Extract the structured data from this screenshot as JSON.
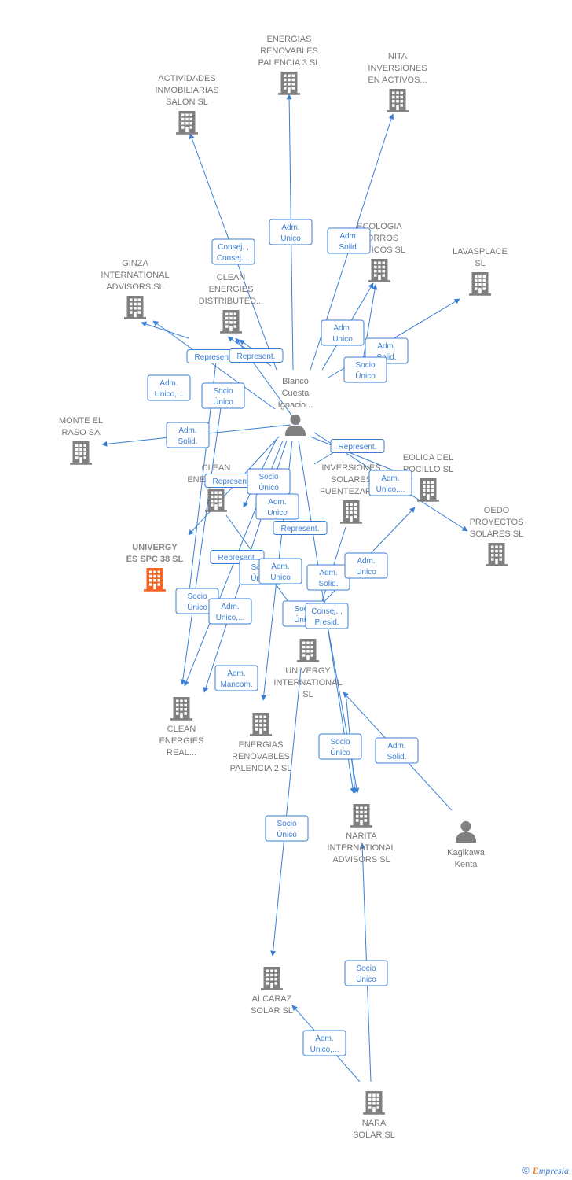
{
  "colors": {
    "edge": "#3a7fd5",
    "building": "#808080",
    "highlight": "#f26522",
    "person": "#808080"
  },
  "nodes": [
    {
      "id": "energias3",
      "kind": "company",
      "lines": [
        "ENERGIAS",
        "RENOVABLES",
        "PALENCIA 3 SL"
      ]
    },
    {
      "id": "nita",
      "kind": "company",
      "lines": [
        "NITA",
        "INVERSIONES",
        "EN ACTIVOS..."
      ]
    },
    {
      "id": "actividades",
      "kind": "company",
      "lines": [
        "ACTIVIDADES",
        "INMOBILIARIAS",
        "SALON SL"
      ]
    },
    {
      "id": "ecologia",
      "kind": "company",
      "lines": [
        "ECOLOGIA",
        "HORROS",
        "GETICOS SL"
      ]
    },
    {
      "id": "lavasplace",
      "kind": "company",
      "lines": [
        "LAVASPLACE",
        "SL"
      ]
    },
    {
      "id": "ginza",
      "kind": "company",
      "lines": [
        "GINZA",
        "INTERNATIONAL",
        "ADVISORS SL"
      ]
    },
    {
      "id": "cleandist",
      "kind": "company",
      "lines": [
        "CLEAN",
        "ENERGIES",
        "DISTRIBUTED..."
      ]
    },
    {
      "id": "blanco",
      "kind": "person",
      "lines": [
        "Blanco",
        "Cuesta",
        "Ignacio..."
      ]
    },
    {
      "id": "monte",
      "kind": "company",
      "lines": [
        "MONTE EL",
        "RASO SA"
      ]
    },
    {
      "id": "cleanenerg",
      "kind": "company",
      "lines": [
        "CLEAN",
        "ENERGIES SL"
      ]
    },
    {
      "id": "inversiones",
      "kind": "company",
      "lines": [
        "INVERSIONES",
        "SOLARES",
        "FUENTEZARZA"
      ]
    },
    {
      "id": "eolica",
      "kind": "company",
      "lines": [
        "EOLICA DEL",
        "POCILLO SL"
      ]
    },
    {
      "id": "oedo",
      "kind": "company",
      "lines": [
        "OEDO",
        "PROYECTOS",
        "SOLARES SL"
      ]
    },
    {
      "id": "univergy38",
      "kind": "focus",
      "lines": [
        "UNIVERGY",
        "ES SPC 38 SL"
      ]
    },
    {
      "id": "univergyint",
      "kind": "company",
      "lines": [
        "UNIVERGY",
        "INTERNATIONAL",
        "SL"
      ]
    },
    {
      "id": "cleanreal",
      "kind": "company",
      "lines": [
        "CLEAN",
        "ENERGIES",
        "REAL..."
      ]
    },
    {
      "id": "energias2",
      "kind": "company",
      "lines": [
        "ENERGIAS",
        "RENOVABLES",
        "PALENCIA 2 SL"
      ]
    },
    {
      "id": "narita",
      "kind": "company",
      "lines": [
        "NARITA",
        "INTERNATIONAL",
        "ADVISORS SL"
      ]
    },
    {
      "id": "kagikawa",
      "kind": "person",
      "lines": [
        "Kagikawa",
        "Kenta"
      ]
    },
    {
      "id": "alcaraz",
      "kind": "company",
      "lines": [
        "ALCARAZ",
        "SOLAR SL"
      ]
    },
    {
      "id": "nara",
      "kind": "company",
      "lines": [
        "NARA",
        "SOLAR SL"
      ]
    }
  ],
  "relations": [
    {
      "lines": [
        "Adm.",
        "Unico"
      ]
    },
    {
      "lines": [
        "Adm.",
        "Solid."
      ]
    },
    {
      "lines": [
        "Consej. ,",
        "Consej...."
      ]
    },
    {
      "lines": [
        "Adm.",
        "Unico"
      ]
    },
    {
      "lines": [
        "Adm.",
        "Solid."
      ]
    },
    {
      "lines": [
        "Socio",
        "Único"
      ]
    },
    {
      "lines": [
        "Represent."
      ]
    },
    {
      "lines": [
        "Represent."
      ]
    },
    {
      "lines": [
        "Adm.",
        "Unico,..."
      ]
    },
    {
      "lines": [
        "Socio",
        "Único"
      ]
    },
    {
      "lines": [
        "Adm.",
        "Solid."
      ]
    },
    {
      "lines": [
        "Represent."
      ]
    },
    {
      "lines": [
        "Adm.",
        "Unico,..."
      ]
    },
    {
      "lines": [
        "Represent."
      ]
    },
    {
      "lines": [
        "Socio",
        "Único"
      ]
    },
    {
      "lines": [
        "Adm.",
        "Unico"
      ]
    },
    {
      "lines": [
        "Represent."
      ]
    },
    {
      "lines": [
        "Represent."
      ]
    },
    {
      "lines": [
        "Socio",
        "Único"
      ]
    },
    {
      "lines": [
        "Adm.",
        "Unico"
      ]
    },
    {
      "lines": [
        "Adm.",
        "Solid."
      ]
    },
    {
      "lines": [
        "Adm.",
        "Unico"
      ]
    },
    {
      "lines": [
        "Socio",
        "Único"
      ]
    },
    {
      "lines": [
        "Adm.",
        "Unico,..."
      ]
    },
    {
      "lines": [
        "Socio",
        "Único"
      ]
    },
    {
      "lines": [
        "Consej. ,",
        "Presid."
      ]
    },
    {
      "lines": [
        "Adm.",
        "Mancom."
      ]
    },
    {
      "lines": [
        "Socio",
        "Único"
      ]
    },
    {
      "lines": [
        "Adm.",
        "Solid."
      ]
    },
    {
      "lines": [
        "Socio",
        "Único"
      ]
    },
    {
      "lines": [
        "Socio",
        "Único"
      ]
    },
    {
      "lines": [
        "Adm.",
        "Unico,..."
      ]
    }
  ],
  "footer": {
    "copyright": "©",
    "brand_first": "E",
    "brand_rest": "mpresia"
  }
}
